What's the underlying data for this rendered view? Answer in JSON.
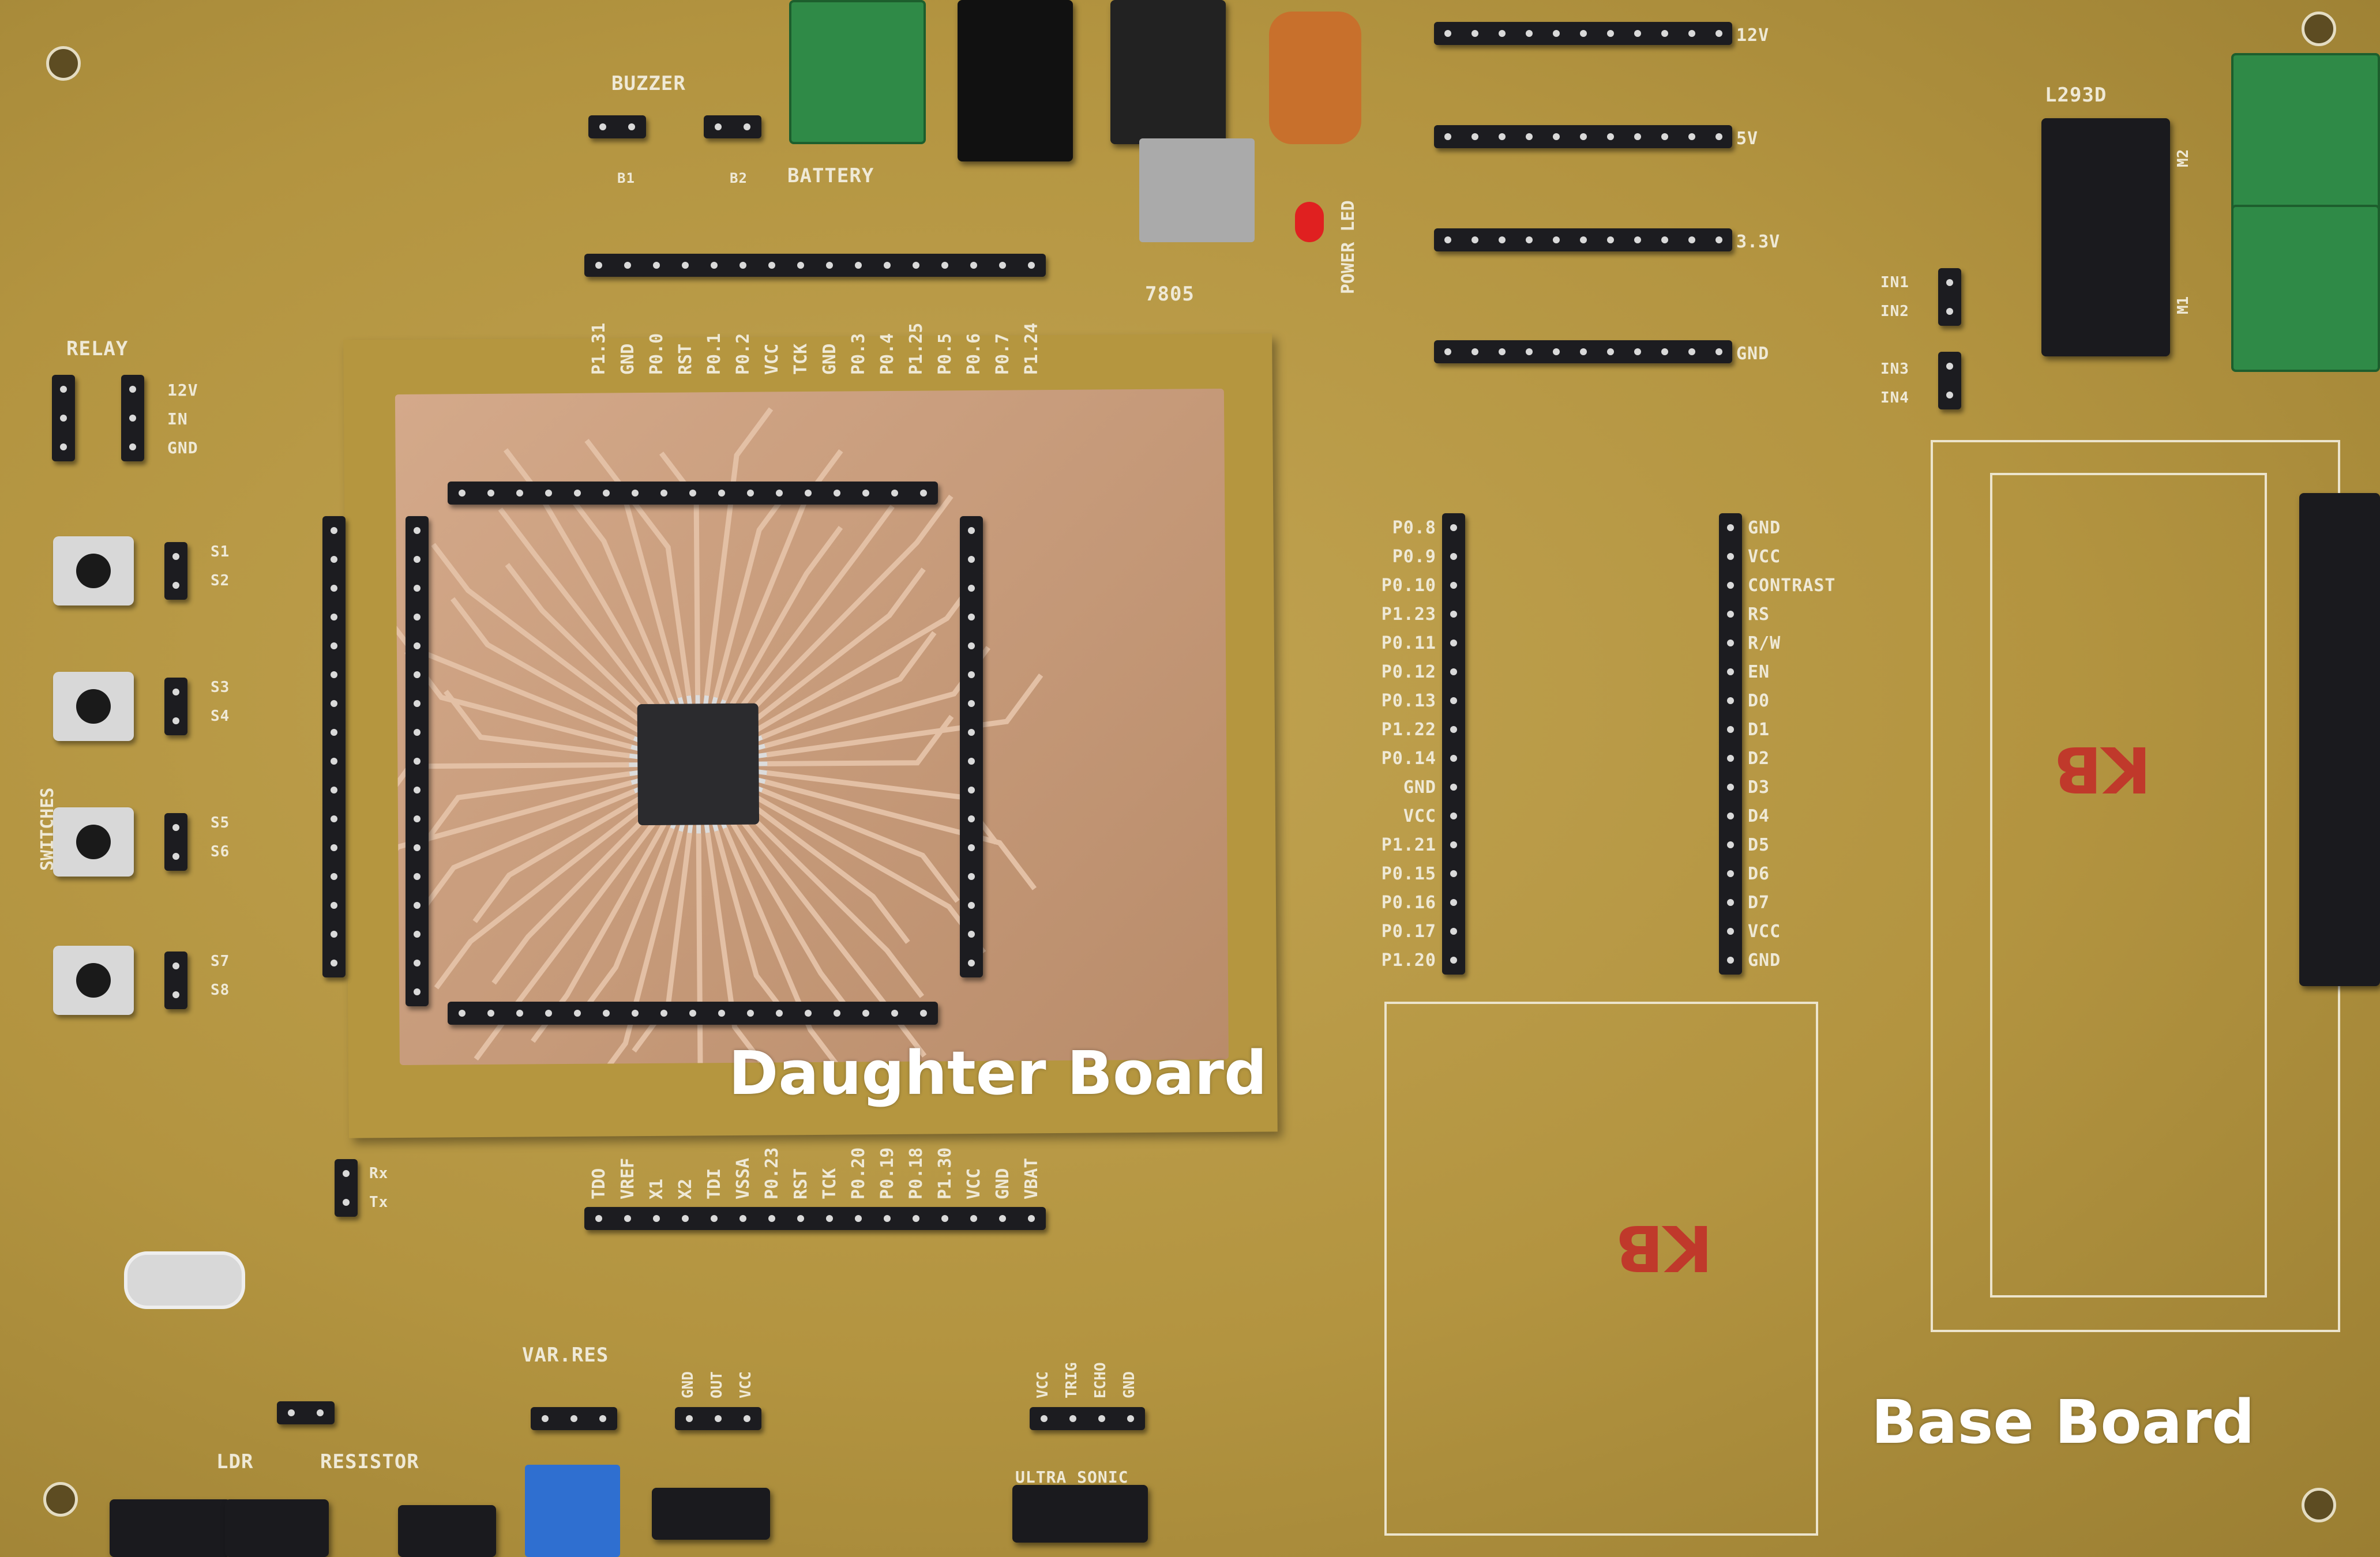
{
  "annotations": {
    "daughter_board": "Daughter Board",
    "base_board": "Base Board"
  },
  "silkscreen": {
    "buzzer": "BUZZER",
    "b1": "B1",
    "b2": "B2",
    "battery": "BATTERY",
    "regulator": "7805",
    "power_led": "POWER LED",
    "relay": "RELAY",
    "relay_pins": [
      "12V",
      "IN",
      "GND"
    ],
    "switches": "SWITCHES",
    "switch_labels": [
      "S1",
      "S2",
      "S3",
      "S4",
      "S5",
      "S6",
      "S7",
      "S8"
    ],
    "l293d": "L293D",
    "motor_inputs": [
      "IN1",
      "IN2",
      "IN3",
      "IN4"
    ],
    "m1": "M1",
    "m2": "M2",
    "power_rails": [
      "12V",
      "5V",
      "3.3V",
      "GND"
    ],
    "ldr": "LDR",
    "resistor": "RESISTOR",
    "var_res": "VAR.RES",
    "sensor_pins": [
      "GND",
      "OUT",
      "VCC"
    ],
    "ultrasonic": "ULTRA SONIC",
    "ultrasonic_pins": [
      "VCC",
      "TRIG",
      "ECHO",
      "GND"
    ],
    "uart": [
      "Rx",
      "Tx"
    ],
    "logo": "KB"
  },
  "headers": {
    "top": [
      "P1.31",
      "GND",
      "P0.0",
      "RST",
      "P0.1",
      "P0.2",
      "VCC",
      "TCK",
      "GND",
      "P0.3",
      "P0.4",
      "P1.25",
      "P0.5",
      "P0.6",
      "P0.7",
      "P1.24"
    ],
    "bottom": [
      "TDO",
      "VREF",
      "X1",
      "X2",
      "TDI",
      "VSSA",
      "P0.23",
      "RST",
      "TCK",
      "P0.20",
      "P0.19",
      "P0.18",
      "P1.30",
      "VCC",
      "GND",
      "VBAT"
    ],
    "lcd_left": [
      "P0.8",
      "P0.9",
      "P0.10",
      "P1.23",
      "P0.11",
      "P0.12",
      "P0.13",
      "P1.22",
      "P0.14",
      "GND",
      "VCC",
      "P1.21",
      "P0.15",
      "P0.16",
      "P0.17",
      "P1.20"
    ],
    "lcd_right": [
      "GND",
      "VCC",
      "CONTRAST",
      "RS",
      "R/W",
      "EN",
      "D0",
      "D1",
      "D2",
      "D3",
      "D4",
      "D5",
      "D6",
      "D7",
      "VCC",
      "GND"
    ]
  },
  "colors": {
    "board": "#b79a45",
    "copper": "#c99c78",
    "silk": "#efe9d6",
    "header": "#1c1c20",
    "terminal": "#2f8a47"
  }
}
